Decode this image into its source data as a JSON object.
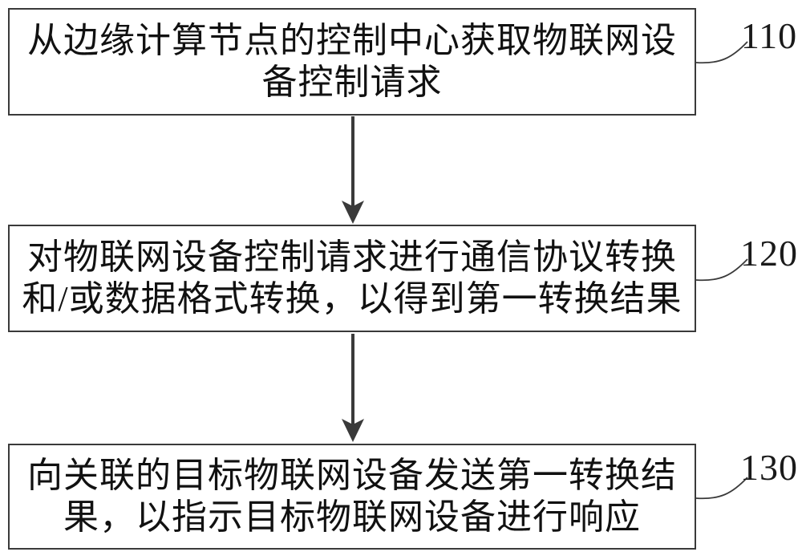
{
  "figure": {
    "type": "flowchart",
    "colors": {
      "background": "#ffffff",
      "line": "#3a3a3a",
      "text": "#111111"
    },
    "steps": [
      {
        "label": "110",
        "lines": [
          "从边缘计算节点的控制中心获取物联网设",
          "备控制请求"
        ]
      },
      {
        "label": "120",
        "lines": [
          "对物联网设备控制请求进行通信协议转换",
          "和/或数据格式转换，以得到第一转换结果"
        ]
      },
      {
        "label": "130",
        "lines": [
          "向关联的目标物联网设备发送第一转换结",
          "果，以指示目标物联网设备进行响应"
        ]
      }
    ],
    "arrows": [
      {
        "from": "110",
        "to": "120"
      },
      {
        "from": "120",
        "to": "130"
      }
    ]
  }
}
